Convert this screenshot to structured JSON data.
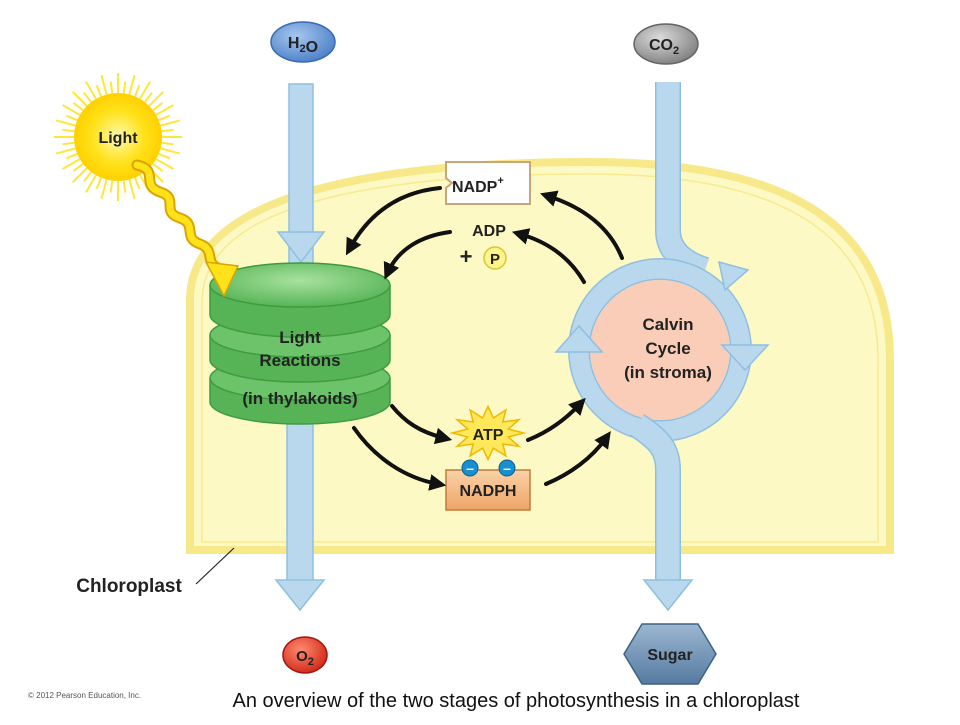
{
  "inputs": {
    "water": "H2O",
    "carbon_dioxide": "CO2",
    "light": "Light"
  },
  "outputs": {
    "oxygen": "O2",
    "sugar": "Sugar"
  },
  "light_reactions": {
    "line1": "Light",
    "line2": "Reactions",
    "line3": "(in thylakoids)"
  },
  "calvin_cycle": {
    "line1": "Calvin",
    "line2": "Cycle",
    "line3": "(in stroma)"
  },
  "carriers": {
    "nadp": "NADP",
    "nadp_charge": "+",
    "adp": "ADP",
    "plus": "+",
    "phosphate": "P",
    "atp": "ATP",
    "nadph": "NADPH",
    "electron": "–"
  },
  "organelle_label": "Chloroplast",
  "copyright": "© 2012 Pearson Education, Inc.",
  "caption": "An overview of the two stages of photosynthesis in a chloroplast",
  "colors": {
    "chloroplast_fill": "#fdf9c4",
    "chloroplast_border": "#f7e98a",
    "flow_arrow": "#b9d8ee",
    "flow_arrow_stroke": "#8fbfe0",
    "thylakoid": "#6cc36a",
    "calvin_fill": "#f9cdb8",
    "water_oval": "#6b9bd8",
    "co2_oval": "#9a9a9a",
    "o2_oval": "#e03a2a",
    "sugar_hex": "#6f8fb0",
    "sun": "#ffe21a",
    "atp_burst": "#ffe85a",
    "nadph_box": "#f2b37a"
  }
}
